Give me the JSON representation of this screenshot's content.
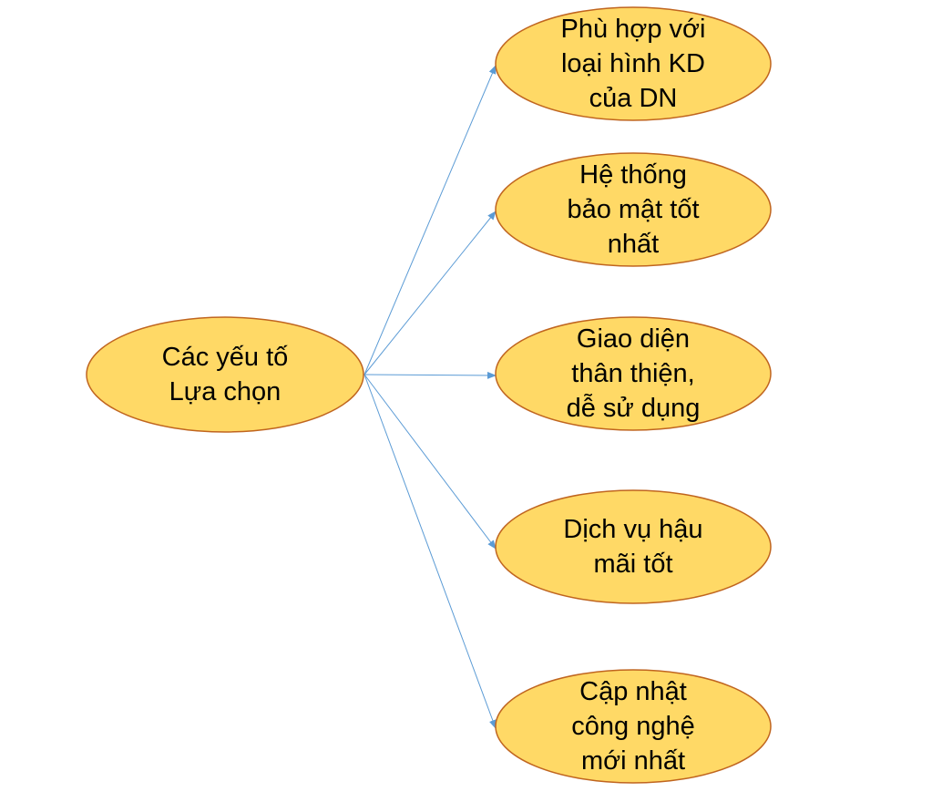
{
  "colors": {
    "fill": "#FFD966",
    "stroke": "#C0651F",
    "arrow": "#5B9BD5"
  },
  "root": {
    "lines": [
      "Các yếu tố",
      "Lựa chọn"
    ]
  },
  "children": [
    {
      "lines": [
        "Phù hợp với",
        "loại hình KD",
        "của DN"
      ]
    },
    {
      "lines": [
        "Hệ thống",
        "bảo mật tốt",
        "nhất"
      ]
    },
    {
      "lines": [
        "Giao diện",
        "thân thiện,",
        "dễ sử dụng"
      ]
    },
    {
      "lines": [
        "Dịch vụ hậu",
        "mãi tốt"
      ]
    },
    {
      "lines": [
        "Cập nhật",
        "công nghệ",
        "mới nhất"
      ]
    }
  ]
}
